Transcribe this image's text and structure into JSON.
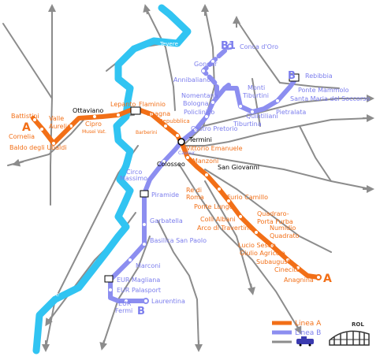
{
  "colors": {
    "line_a": "#f26f17",
    "line_b": "#8c8ef0",
    "rail": "#8c8c8c",
    "river": "#31c4f2",
    "label_a": "#f26f17",
    "label_b": "#7b7ded",
    "label_common": "#000000"
  },
  "river": {
    "name": "Tevere"
  },
  "line_markers": {
    "a_west": "A",
    "a_east": "A",
    "b1_branch": "B1",
    "b_east": "B",
    "b_south": "B"
  },
  "stations": {
    "battistini": "Battistini",
    "cornelia": "Cornelia",
    "baldo_ubaldi": "Baldo degli Ubaldi",
    "valle_aurelia": "Valle Aurelia",
    "cipro": "Cipro Musei Vat.",
    "ottaviano": "Ottaviano",
    "lepanto": "Lepanto",
    "flaminio": "Flaminio",
    "spagna": "Spagna",
    "barberini": "Barberini",
    "repubblica": "Repubblica",
    "termini": "Termini",
    "vittorio_emanuele": "Vittorio Emanuele",
    "manzoni": "Manzoni",
    "san_giovanni": "San Giovanni",
    "re_di_roma": "Re di Roma",
    "ponte_lungo": "Ponte Lungo",
    "furio_camillo": "Furio Camillo",
    "colli_albani": "Colli Albani",
    "arco_travertino": "Arco di Travertino",
    "porta_furba": "Quadraro-Porta Furba",
    "numidio_quadrato": "Numidio Quadrato",
    "lucio_sestio": "Lucio Sestio",
    "giulio_agricola": "Giulio Agricola",
    "subaugusta": "Subaugusta",
    "cinecitta": "Cinecittà",
    "anagnina": "Anagnina",
    "conca_oro": "Conca d'Oro",
    "gondar": "Gondar",
    "annibaliano": "Annibaliano",
    "nomentana": "Nomentana",
    "bologna": "Bologna",
    "policlinico": "Policlinico",
    "castro_pretorio": "Castro Pretorio",
    "cavour": "Cavour",
    "colosseo": "Colosseo",
    "circo_massimo": "Circo Massimo",
    "piramide": "Piramide",
    "garbatella": "Garbatella",
    "basilica_san_paolo": "Basilica San Paolo",
    "marconi": "Marconi",
    "eur_magliana": "EUR Magliana",
    "eur_palasport": "EUR Palasport",
    "eur_fermi": "EUR Fermi",
    "laurentina": "Laurentina",
    "rebibbia": "Rebibbia",
    "ponte_mammolo": "Ponte Mammolo",
    "santa_maria_soccorso": "Santa Maria del Soccorso",
    "pietralata": "Pietralata",
    "monti_tiburtini": "Monti Tiburtini",
    "quintiliani": "Quintiliani",
    "tiburtina": "Tiburtina"
  },
  "legend": {
    "line_a": "Linea A",
    "line_b": "Linea B",
    "logo": "ROL"
  }
}
